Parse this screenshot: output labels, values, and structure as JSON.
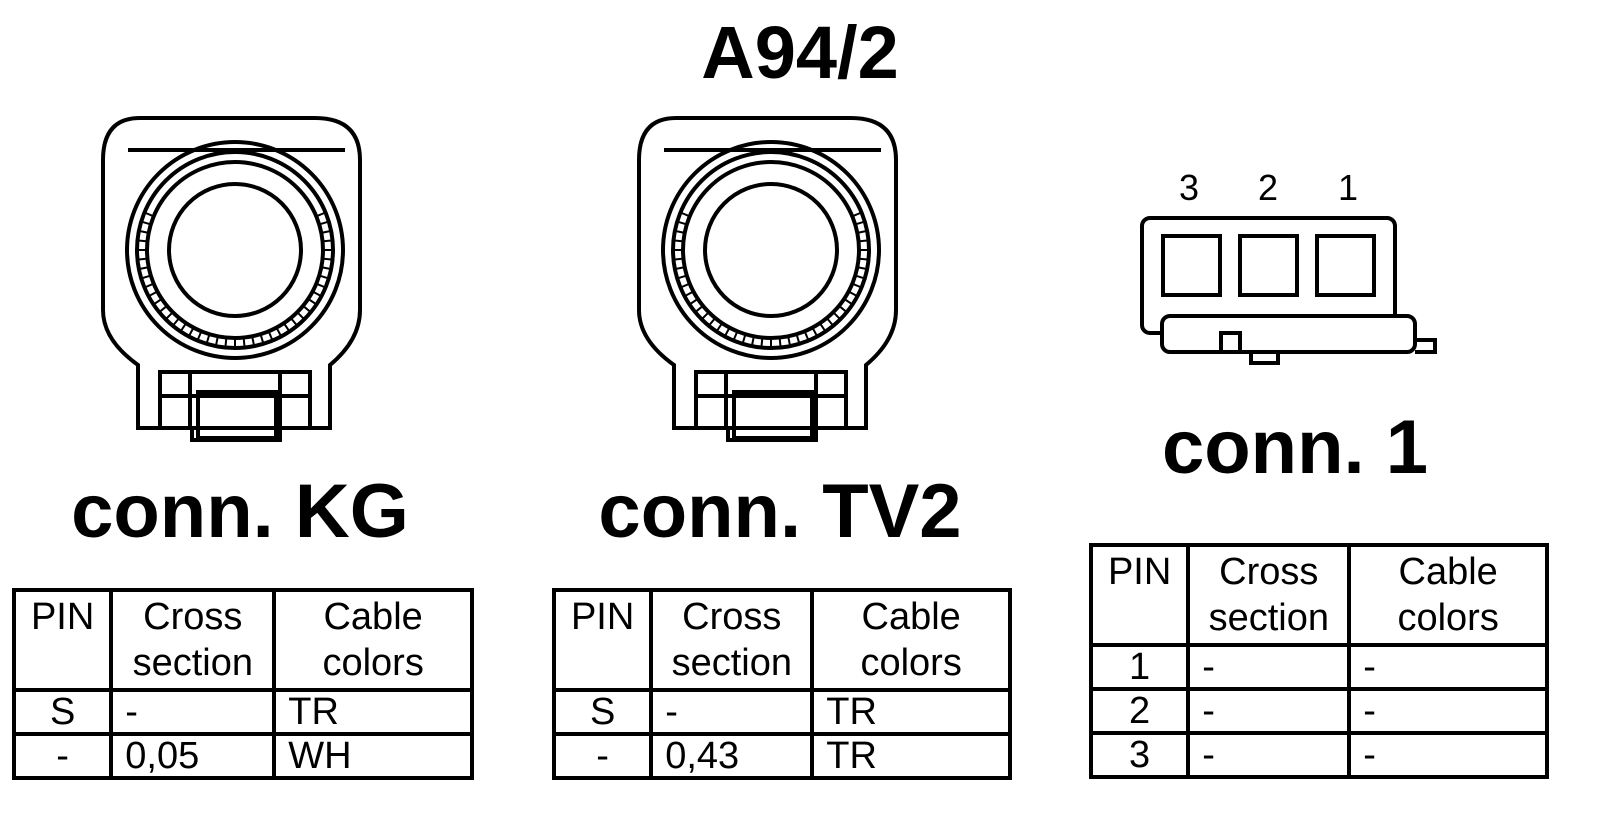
{
  "title": "A94/2",
  "connectors": [
    {
      "label": "conn. KG",
      "headers": {
        "pin": "PIN",
        "cross": [
          "Cross",
          "section"
        ],
        "colors": [
          "Cable",
          "colors"
        ]
      },
      "rows": [
        {
          "pin": "S",
          "cross": "-",
          "color": "TR"
        },
        {
          "pin": "-",
          "cross": "0,05",
          "color": "WH"
        }
      ]
    },
    {
      "label": "conn. TV2",
      "headers": {
        "pin": "PIN",
        "cross": [
          "Cross",
          "section"
        ],
        "colors": [
          "Cable",
          "colors"
        ]
      },
      "rows": [
        {
          "pin": "S",
          "cross": "-",
          "color": "TR"
        },
        {
          "pin": "-",
          "cross": "0,43",
          "color": "TR"
        }
      ]
    },
    {
      "label": "conn. 1",
      "pin_numbers": [
        "3",
        "2",
        "1"
      ],
      "headers": {
        "pin": "PIN",
        "cross": [
          "Cross",
          "section"
        ],
        "colors": [
          "Cable",
          "colors"
        ]
      },
      "rows": [
        {
          "pin": "1",
          "cross": "-",
          "color": "-"
        },
        {
          "pin": "2",
          "cross": "-",
          "color": "-"
        },
        {
          "pin": "3",
          "cross": "-",
          "color": "-"
        }
      ]
    }
  ]
}
